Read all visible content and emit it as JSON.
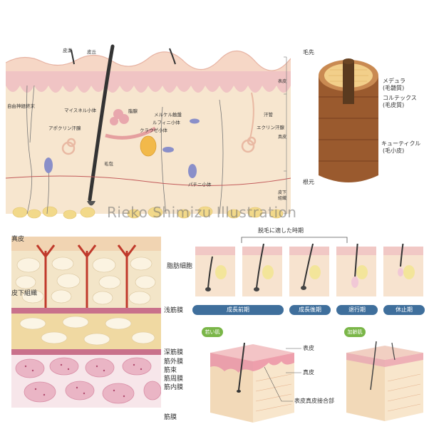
{
  "watermark": "Rieko Shimizu Illustration",
  "skin_diagram": {
    "top_labels": {
      "hyoko": "皮溝",
      "hikyu": "皮丘"
    },
    "left_labels": {
      "free_nerve": "自由神経終末",
      "meissner": "マイスネル小体",
      "apocrine": "アポクリン汗腺",
      "follicle": "毛包",
      "sebaceous": "脂腺",
      "merkel": "メルケル触盤",
      "ruffini": "ルフィニ小体",
      "krause": "クラウゼ小体",
      "pacini": "パチニ小体",
      "sweat_duct": "汗管",
      "eccrine": "エクリン汗腺"
    },
    "layer_labels": {
      "epidermis": "表皮",
      "dermis": "真皮",
      "subcutis_line1": "皮下",
      "subcutis_line2": "組織"
    }
  },
  "hair_cross_section": {
    "tip": "毛先",
    "root": "根元",
    "medulla": "メデュラ",
    "medulla_jp": "(毛髄質)",
    "cortex": "コルテックス",
    "cortex_jp": "(毛皮質)",
    "cuticle": "キューティクル",
    "cuticle_jp": "(毛小皮)"
  },
  "fat_muscle": {
    "dermis": "真皮",
    "fat_cell": "脂肪細胞",
    "subcutis": "皮下組織",
    "superficial_fascia": "浅筋膜",
    "deep_fascia": "深筋膜",
    "epimysium": "筋外膜",
    "fascicle": "筋束",
    "perimysium": "筋周膜",
    "endomysium": "筋内膜",
    "fascia": "筋膜"
  },
  "hair_cycle": {
    "title": "脱毛に適した時期",
    "stages": [
      "成長前期",
      "成長後期",
      "退行期",
      "休止期"
    ]
  },
  "aging_skin": {
    "young_badge": "若い肌",
    "aged_badge": "加齢肌",
    "epidermis": "表皮",
    "dermis": "真皮",
    "junction": "表皮真皮接合部"
  }
}
